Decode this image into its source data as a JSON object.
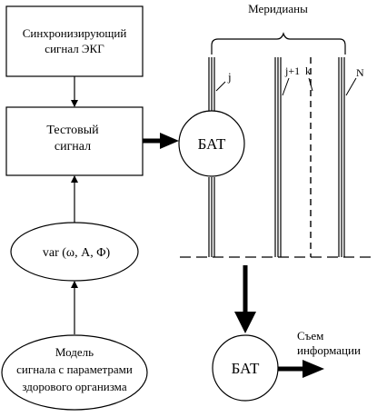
{
  "blocks": {
    "sync_line1": "Синхронизирующий",
    "sync_line2": "сигнал ЭКГ",
    "test_line1": "Тестовый",
    "test_line2": "сигнал",
    "var_label": "var (ω, A, Φ)",
    "model_line1": "Модель",
    "model_line2": "сигнала с параметрами",
    "model_line3": "здорового организма",
    "bat_top": "БАТ",
    "bat_bottom": "БАТ"
  },
  "meridians": {
    "title": "Меридианы",
    "label_j": "j",
    "label_j1": "j+1",
    "label_k": "k",
    "label_N": "N"
  },
  "output": {
    "line1": "Съем",
    "line2": "информации"
  }
}
